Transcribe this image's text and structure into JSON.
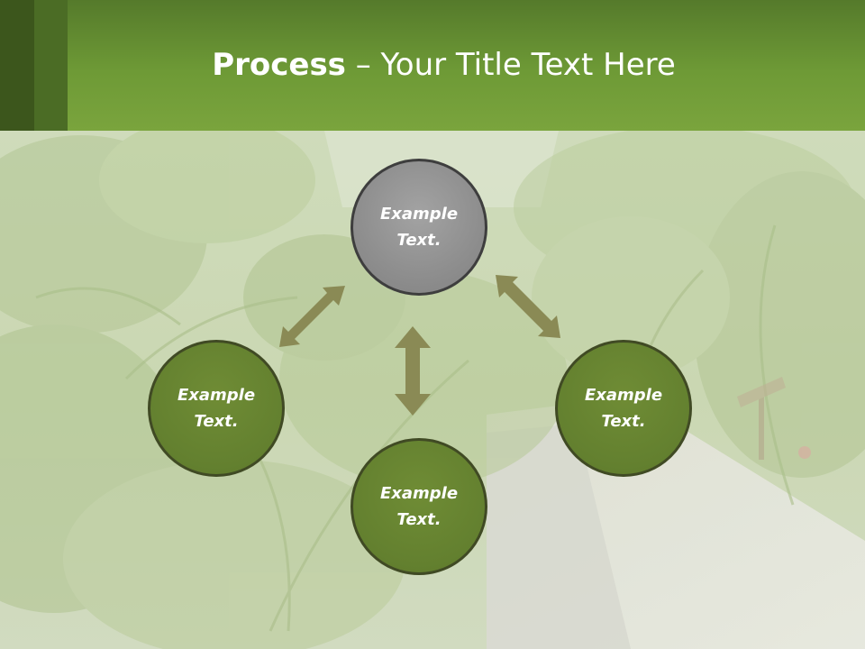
{
  "title": {
    "strong": "Process",
    "rest": " – Your Title Text Here"
  },
  "nodes": {
    "top": "Example Text.",
    "left": "Example Text.",
    "right": "Example Text.",
    "bottom": "Example Text."
  },
  "colors": {
    "header": "#6e9a36",
    "header_dark": "#3c561c",
    "node_green": "#63802f",
    "node_gray": "#8e8e8e",
    "arrow": "#8a8a55"
  }
}
